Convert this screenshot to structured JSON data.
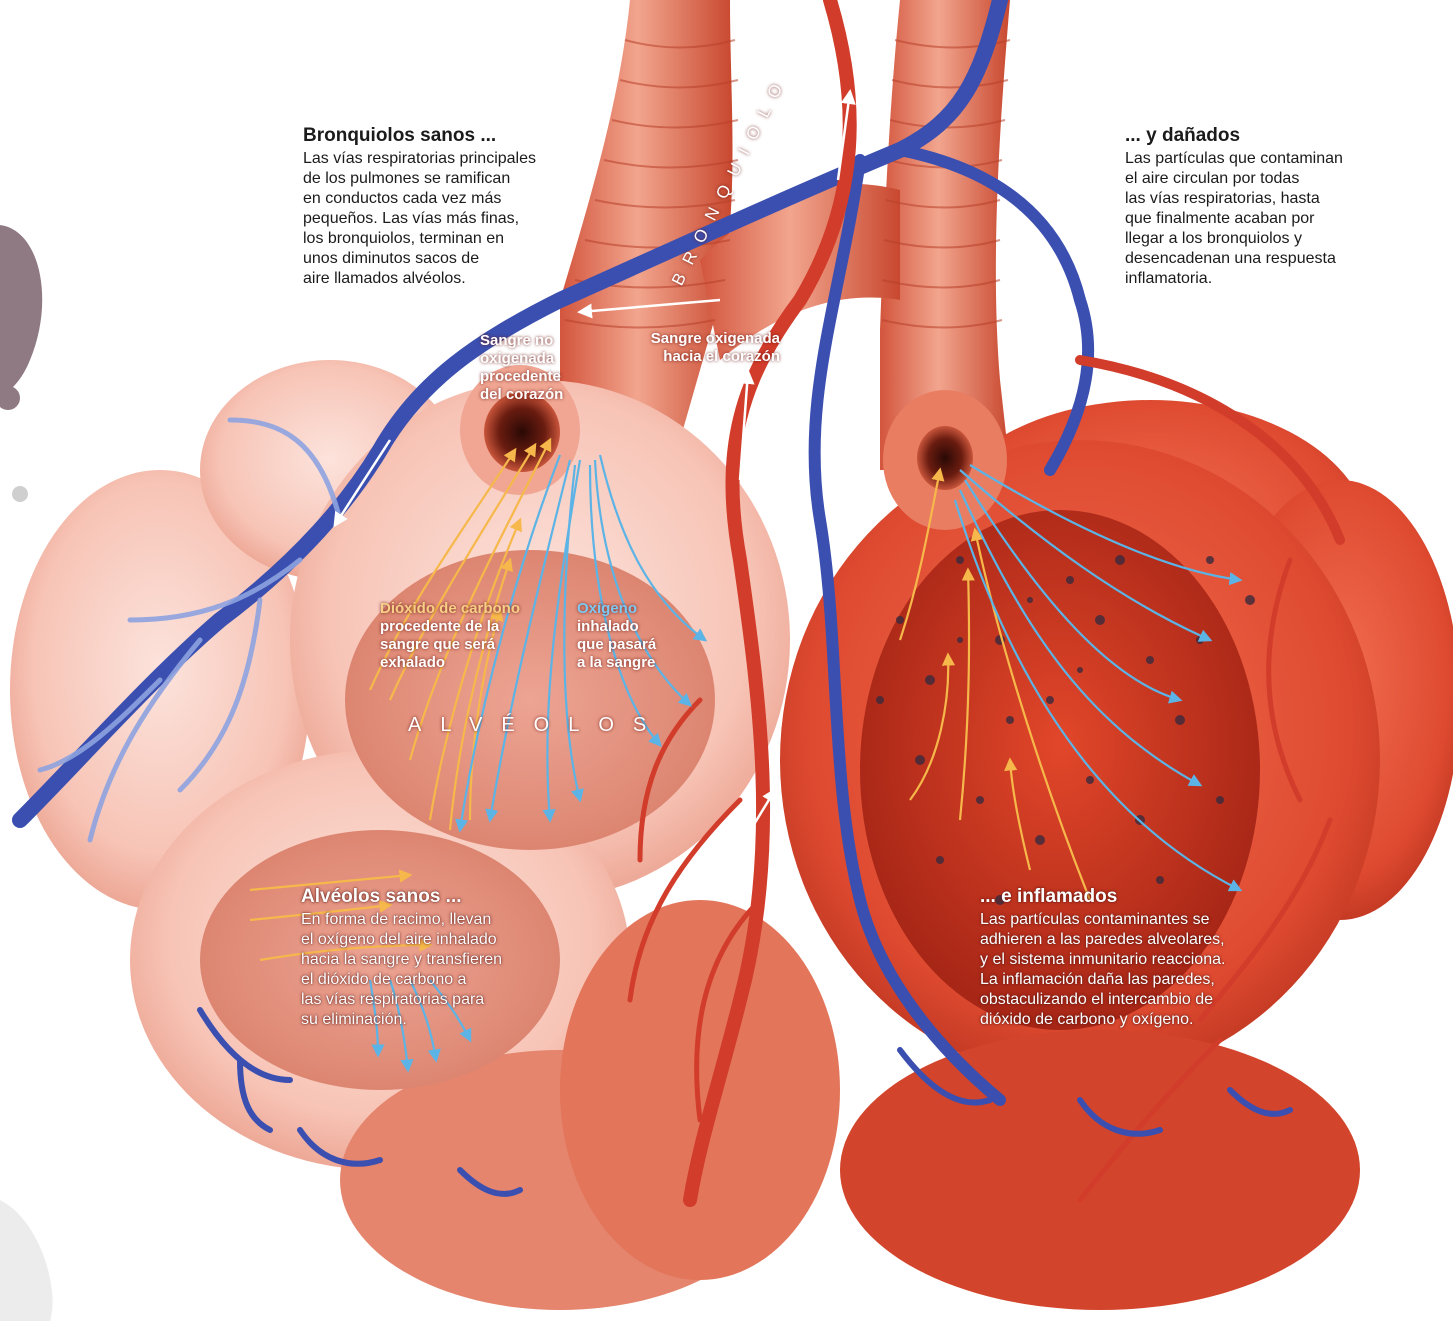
{
  "healthy_bronchioles": {
    "heading": "Bronquiolos sanos ...",
    "body": "Las vías respiratorias principales\nde los pulmones se ramifican\nen conductos cada vez más\npequeños. Las vías más finas,\nlos bronquiolos, terminan en\nunos diminutos sacos de\naire llamados alvéolos."
  },
  "damaged": {
    "heading": "... y dañados",
    "body": "Las partículas que contaminan\nel aire circulan por todas\nlas vías respiratorias, hasta\nque finalmente acaban por\nllegar a los bronquiolos y\ndesencadenan una respuesta\ninflamatoria."
  },
  "bronchiole_label": "BRONQUIOLO",
  "alveoli_label": "ALVÉOLOS",
  "deoxy_blood": "Sangre no\noxigenada\nprocedente\ndel corazón",
  "oxy_blood": "Sangre oxigenada\nhacia el corazón",
  "co2": {
    "highlight": "Dióxido de carbono",
    "rest": "procedente de la\nsangre que será\nexhalado"
  },
  "oxygen": {
    "highlight": "Oxígeno",
    "rest": "inhalado\nque pasará\na la sangre"
  },
  "healthy_alveoli": {
    "heading": "Alvéolos sanos ...",
    "body": "En forma de racimo, llevan\nel oxígeno del aire inhalado\nhacia la sangre y transfieren\nel dióxido de carbono a\nlas vías respiratorias para\nsu eliminación."
  },
  "inflamed": {
    "heading": "... e inflamados",
    "body": "Las partículas contaminantes se\nadhieren a las paredes alveolares,\ny el sistema inmunitario reacciona.\nLa inflamación daña las paredes,\nobstaculizando el intercambio de\ndióxido de carbono y oxígeno."
  },
  "colors": {
    "co2_arrow": "#f6b84a",
    "o2_arrow": "#5cb4e6",
    "vein": "#3b4fb0",
    "artery": "#d23c2a"
  }
}
